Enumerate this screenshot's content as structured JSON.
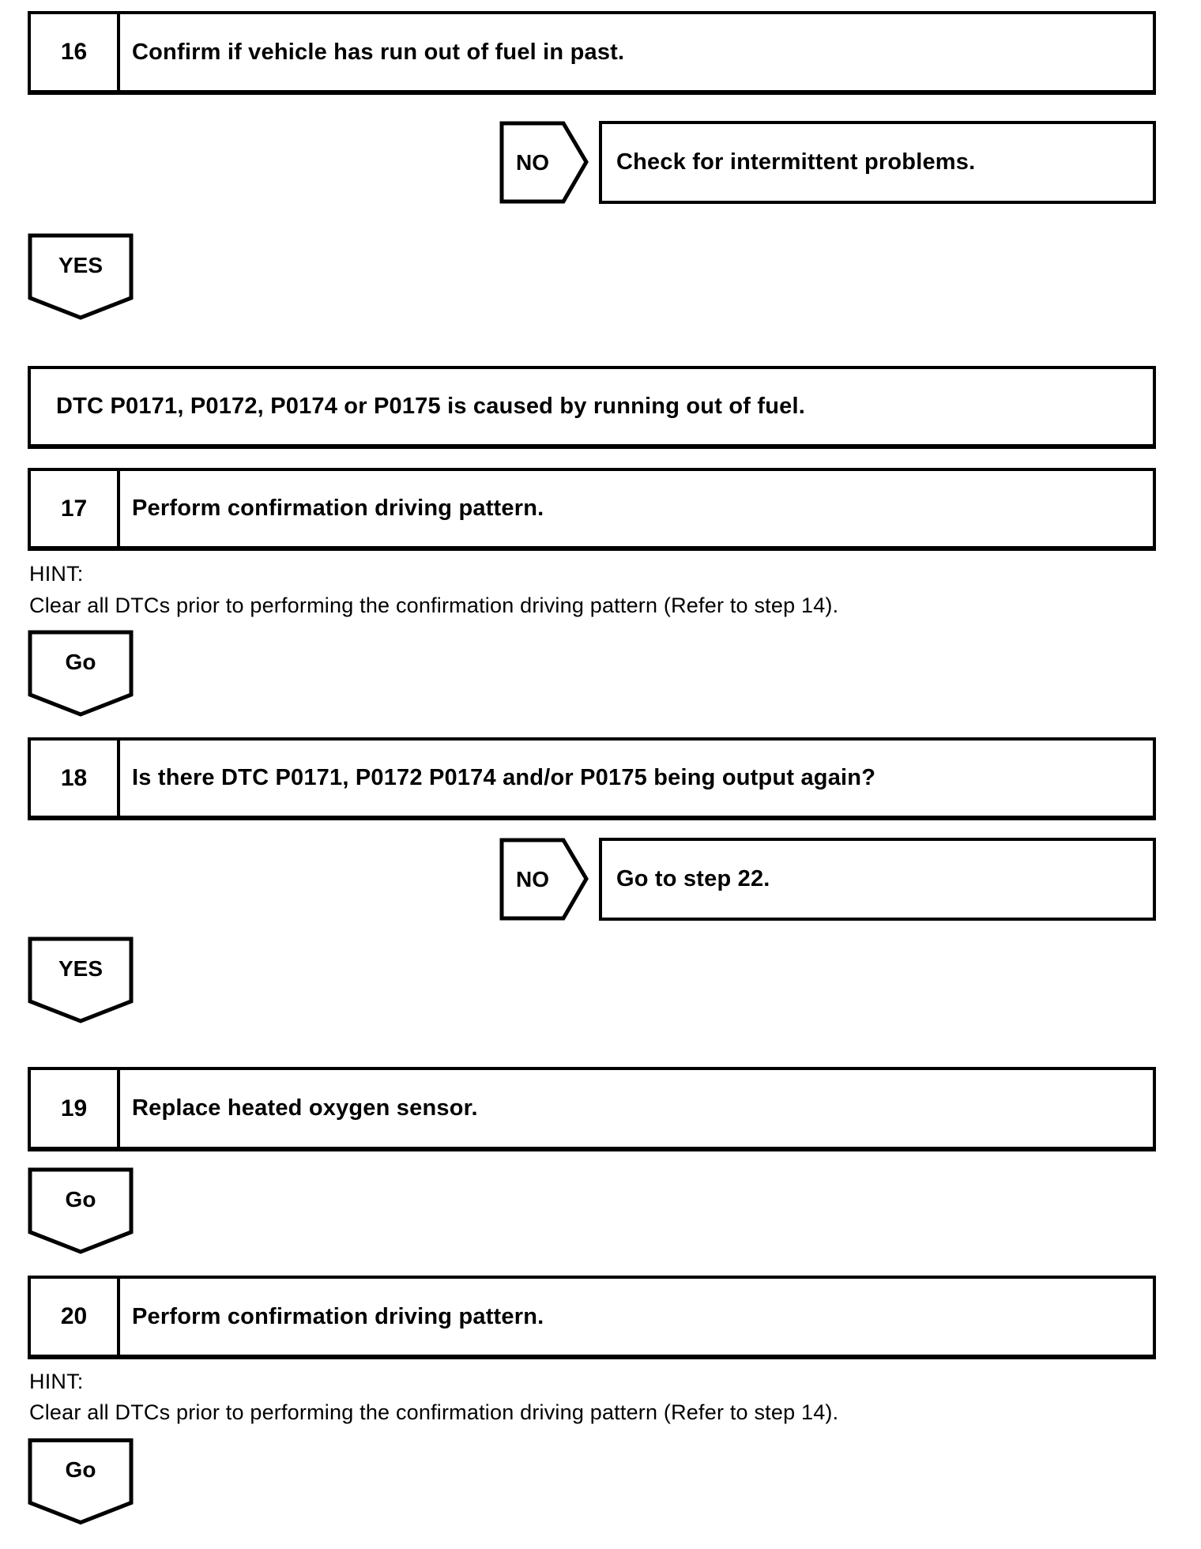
{
  "flow": {
    "step16": {
      "number": "16",
      "instruction": "Confirm if vehicle has run out of fuel in past."
    },
    "no1": {
      "label": "NO",
      "result": "Check for intermittent problems."
    },
    "yes1": {
      "label": "YES"
    },
    "statement": "DTC P0171, P0172, P0174 or P0175 is caused by running out of fuel.",
    "step17": {
      "number": "17",
      "instruction": "Perform confirmation driving pattern."
    },
    "hint17": {
      "label": "HINT:",
      "text": "Clear all DTCs prior to performing the confirmation driving pattern (Refer to step 14)."
    },
    "go17": {
      "label": "Go"
    },
    "step18": {
      "number": "18",
      "instruction": "Is there DTC P0171, P0172 P0174 and/or P0175 being output again?"
    },
    "no2": {
      "label": "NO",
      "result": "Go to step 22."
    },
    "yes2": {
      "label": "YES"
    },
    "step19": {
      "number": "19",
      "instruction": "Replace heated oxygen sensor."
    },
    "go19": {
      "label": "Go"
    },
    "step20": {
      "number": "20",
      "instruction": "Perform confirmation driving pattern."
    },
    "hint20": {
      "label": "HINT:",
      "text": "Clear all DTCs prior to performing the confirmation driving pattern (Refer to step 14)."
    },
    "go20": {
      "label": "Go"
    }
  },
  "colors": {
    "ink": "#000000",
    "paper": "#ffffff"
  }
}
